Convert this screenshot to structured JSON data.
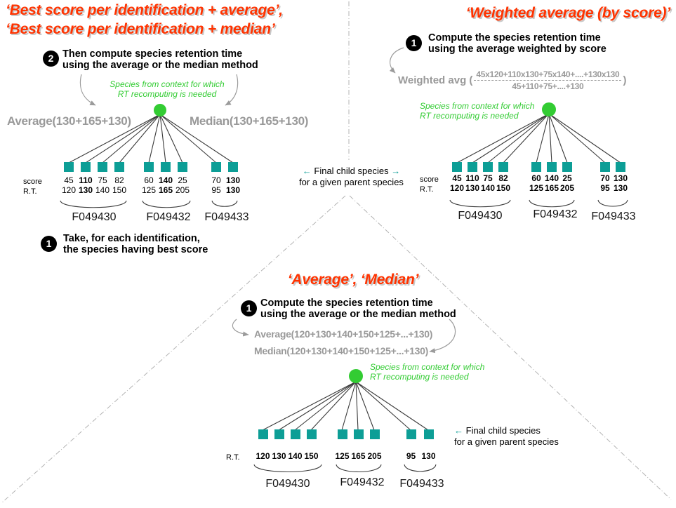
{
  "colors": {
    "title_accent": "#ff3300",
    "teal": "#0d9e96",
    "green": "#33cc33",
    "gray_label": "#999999"
  },
  "best": {
    "title1": "‘Best score per identification + average’,",
    "title2": "‘Best score per identification + median’",
    "step2_num": "2",
    "step2_line1": "Then compute species retention time",
    "step2_line2": "using the average or the median method",
    "context1": "Species from context for which",
    "context2": "RT recomputing is needed",
    "avg_formula": "Average(130+165+130)",
    "med_formula": "Median(130+165+130)",
    "score_label": "score",
    "rt_label": "R.T.",
    "groups": [
      {
        "id": "F049430",
        "scores": [
          "45",
          "110",
          "75",
          "82"
        ],
        "rts": [
          "120",
          "130",
          "140",
          "150"
        ]
      },
      {
        "id": "F049432",
        "scores": [
          "60",
          "140",
          "25"
        ],
        "rts": [
          "125",
          "165",
          "205"
        ]
      },
      {
        "id": "F049433",
        "scores": [
          "70",
          "130"
        ],
        "rts": [
          "95",
          "130"
        ]
      }
    ],
    "step1_num": "1",
    "step1_line1": "Take, for each identification,",
    "step1_line2": "the species having best score"
  },
  "weighted": {
    "title": "‘Weighted average (by score)’",
    "step1_num": "1",
    "step1_line1": "Compute the species retention time",
    "step1_line2": "using the average weighted by score",
    "formula_prefix": "Weighted avg (",
    "formula_numerator": "45x120+110x130+75x140+....+130x130",
    "formula_denominator": "45+110+75+....+130",
    "formula_close": ")",
    "context1": "Species from context for which",
    "context2": "RT recomputing is needed",
    "score_label": "score",
    "rt_label": "R.T.",
    "groups": [
      {
        "id": "F049430",
        "scores": [
          "45",
          "110",
          "75",
          "82"
        ],
        "rts": [
          "120",
          "130",
          "140",
          "150"
        ]
      },
      {
        "id": "F049432",
        "scores": [
          "60",
          "140",
          "25"
        ],
        "rts": [
          "125",
          "165",
          "205"
        ]
      },
      {
        "id": "F049433",
        "scores": [
          "70",
          "130"
        ],
        "rts": [
          "95",
          "130"
        ]
      }
    ]
  },
  "middle": {
    "left_arrow": "←",
    "right_arrow": "→",
    "note_line1": "Final child species",
    "note_line2": "for a given parent species"
  },
  "avgmed": {
    "title": "‘Average’,  ‘Median’",
    "step1_num": "1",
    "step1_line1": "Compute the species retention time",
    "step1_line2": "using the average or the median method",
    "avg_formula": "Average(120+130+140+150+125+...+130)",
    "med_formula": "Median(120+130+140+150+125+...+130)",
    "context1": "Species from context for which",
    "context2": "RT recomputing is needed",
    "rt_label": "R.T.",
    "groups": [
      {
        "id": "F049430",
        "rts": [
          "120",
          "130",
          "140",
          "150"
        ]
      },
      {
        "id": "F049432",
        "rts": [
          "125",
          "165",
          "205"
        ]
      },
      {
        "id": "F049433",
        "rts": [
          "95",
          "130"
        ]
      }
    ],
    "left_arrow": "←",
    "note_line1": "Final child species",
    "note_line2": "for a given parent species"
  }
}
